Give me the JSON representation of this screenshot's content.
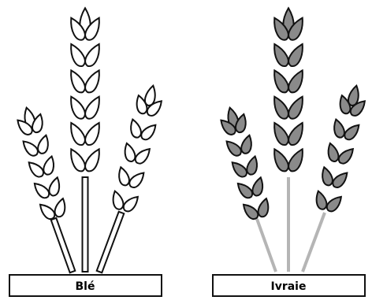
{
  "panels": [
    {
      "key": "left",
      "label": "Blé",
      "grain_fill": "#ffffff",
      "stem_fill": "#ffffff",
      "stem_stroke": "#111111"
    },
    {
      "key": "right",
      "label": "Ivraie",
      "grain_fill": "#8a8a8a",
      "stem_fill": "#b5b5b5",
      "stem_stroke": "#b5b5b5"
    }
  ],
  "colors": {
    "outline": "#111111",
    "label_box_fill": "#ffffff",
    "label_box_stroke": "#111111"
  }
}
